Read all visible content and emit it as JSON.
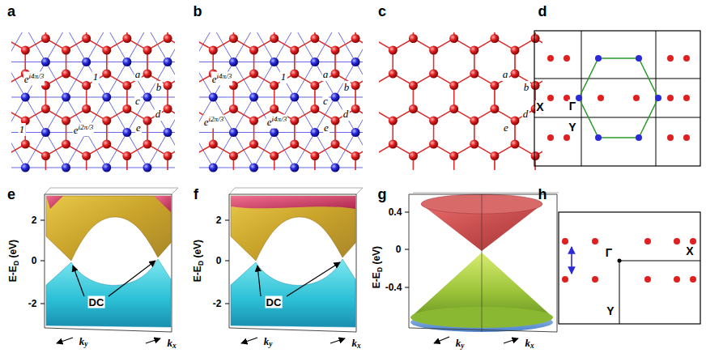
{
  "diagram": {
    "labels": [
      "a",
      "ei4π/3",
      "1",
      "a",
      "b",
      "c",
      "d",
      "1",
      "ei2π/3",
      "e",
      "b",
      "ei4π/3",
      "1",
      "a",
      "b",
      "c",
      "d",
      "ei2π/3",
      "ei4π/3",
      "e",
      "c",
      "a",
      "b",
      "d",
      "e",
      "d",
      "X",
      "Γ",
      "Y",
      "e",
      "2",
      "0",
      "-2",
      "E-ED (eV)",
      "DC",
      "ky",
      "kx",
      "f",
      "2",
      "0",
      "-2",
      "E-ED (eV)",
      "DC",
      "ky",
      "kx",
      "g",
      "0.4",
      "0",
      "-0.4",
      "E-ED (eV)",
      "ky",
      "kx",
      "h",
      "Γ",
      "X",
      "Y"
    ]
  }
}
